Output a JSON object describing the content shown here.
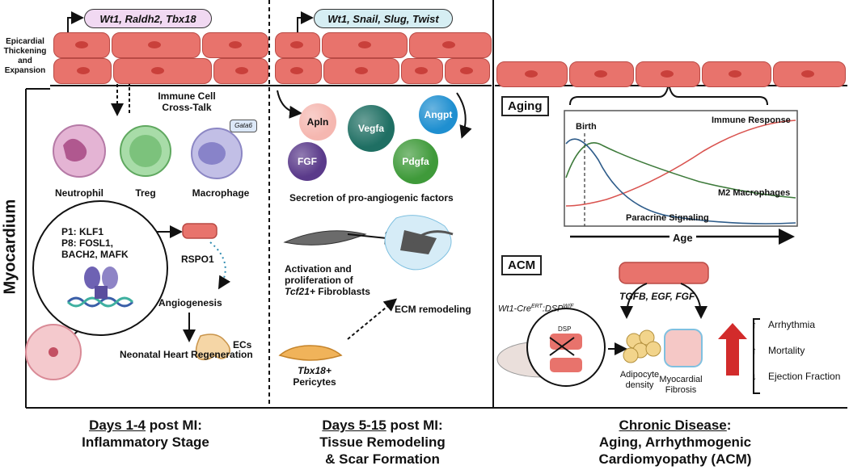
{
  "left_label": {
    "epicardial": "Epicardial\nThickening\nand\nExpansion",
    "myocardium": "Myocardium"
  },
  "panel1": {
    "pill": "Wt1, Raldh2, Tbx18",
    "cross_talk": "Immune Cell\nCross-Talk",
    "gata6": "Gata6",
    "cells": [
      "Neutrophil",
      "Treg",
      "Macrophage"
    ],
    "tf_text": "P1: KLF1\nP8: FOSL1,\nBACH2, MAFK",
    "rspo1": "RSPO1",
    "angiogenesis": "Angiogenesis",
    "ecs": "ECs",
    "regeneration": "Neonatal Heart Regeneration",
    "heading_part1": "Days 1-4",
    "heading_part2": " post MI:",
    "heading_line2": "Inflammatory Stage"
  },
  "panel2": {
    "pill": "Wt1, Snail, Slug, Twist",
    "factors": [
      {
        "label": "Apln",
        "color": "#f5b7b0",
        "text_color": "#111"
      },
      {
        "label": "Vegfa",
        "color": "#1f6f63",
        "text_color": "#fff"
      },
      {
        "label": "Angpt",
        "color": "#1f8fd0",
        "text_color": "#fff"
      },
      {
        "label": "FGF",
        "color": "#5a3a8a",
        "text_color": "#fff"
      },
      {
        "label": "Pdgfa",
        "color": "#3f9a3a",
        "text_color": "#fff"
      }
    ],
    "secretion": "Secretion of pro-angiogenic factors",
    "activation_l1": "Activation and",
    "activation_l2": "proliferation of",
    "activation_l3_italic": "Tcf21+",
    "activation_l3_rest": " Fibroblasts",
    "ecm": "ECM remodeling",
    "pericyte_l1": "Tbx18+",
    "pericyte_l2": "Pericytes",
    "heading_part1": "Days 5-15",
    "heading_part2": " post MI:",
    "heading_line2": "Tissue Remodeling",
    "heading_line3": "& Scar Formation"
  },
  "panel3": {
    "aging_label": "Aging",
    "birth": "Birth",
    "immune_response": "Immune Response",
    "m2": "M2 Macrophages",
    "paracrine": "Paracrine Signaling",
    "age": "Age",
    "acm_label": "ACM",
    "growth_factors": "TGFB, EGF, FGF",
    "mouse_line": "Wt1-Cre",
    "mouse_sup1": "ERT",
    "mouse_mid": ":DSP",
    "mouse_sup2": "W/F",
    "dsp": "DSP",
    "adipocyte": "Adipocyte\ndensity",
    "fibrosis": "Myocardial\nFibrosis",
    "outcomes": [
      {
        "label": "Arrhythmia",
        "direction": "up"
      },
      {
        "label": "Mortality",
        "direction": "up"
      },
      {
        "label": "Ejection Fraction",
        "direction": "down"
      }
    ],
    "heading_line1": "Chronic Disease",
    "heading_colon": ":",
    "heading_line2": "Aging, Arrhythmogenic",
    "heading_line3": "Cardiomyopathy (ACM)"
  },
  "colors": {
    "pill1": "#f1d9f2",
    "pill2": "#d6eef3",
    "cell": "#e8736c",
    "immune_line": "#d9534f",
    "m2_line": "#3d7a3a",
    "paracrine_line": "#2e5c8a",
    "red_arrow": "#d22b2b"
  }
}
